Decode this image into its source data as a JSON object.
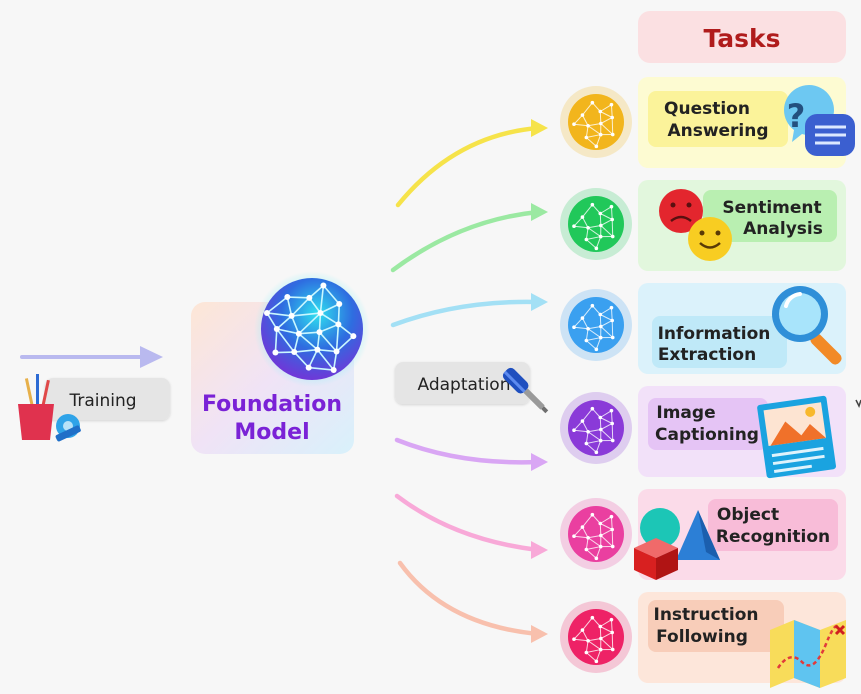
{
  "input": {
    "training_label": "Training",
    "training_icon": "art-supplies-icon"
  },
  "foundation": {
    "line1": "Foundation",
    "line2": "Model",
    "icon": "neural-sphere-icon"
  },
  "adaptation": {
    "label": "Adaptation",
    "icon": "screwdriver-icon"
  },
  "tasks": {
    "header": "Tasks",
    "items": [
      {
        "line1": "Question",
        "line2": "Answering",
        "icon": "question-bubble-icon",
        "sphere": "#f2b51c",
        "arrow": "#f6e34a",
        "bg": "#fdfbd2",
        "pill": "#fbf39a"
      },
      {
        "line1": "Sentiment",
        "line2": "Analysis",
        "icon": "emoji-faces-icon",
        "sphere": "#21c85a",
        "arrow": "#9be9a2",
        "bg": "#e2f7dd",
        "pill": "#b9efb1"
      },
      {
        "line1": "Information",
        "line2": "Extraction",
        "icon": "magnifier-icon",
        "sphere": "#3aa0f0",
        "arrow": "#a3e0f5",
        "bg": "#dbf2fb",
        "pill": "#bfe9f8"
      },
      {
        "line1": "Image",
        "line2": "Captioning",
        "icon": "picture-document-icon",
        "sphere": "#8a3ad8",
        "arrow": "#d9a6f4",
        "bg": "#f2e1f9",
        "pill": "#e5c4f5"
      },
      {
        "line1": "Object",
        "line2": "Recognition",
        "icon": "3d-shapes-icon",
        "sphere": "#ea3fa0",
        "arrow": "#f8a9d8",
        "bg": "#fbdbe9",
        "pill": "#f8bcd8"
      },
      {
        "line1": "Instruction",
        "line2": "Following",
        "icon": "treasure-map-icon",
        "sphere": "#ee2266",
        "arrow": "#f8c0ad",
        "bg": "#fde6da",
        "pill": "#f8cdb9"
      }
    ]
  },
  "colors": {
    "header_text": "#b01c1c",
    "header_bg": "#fbe0e2",
    "foundation_text": "#7a22d6",
    "training_arrow": "#b9b9ef"
  }
}
